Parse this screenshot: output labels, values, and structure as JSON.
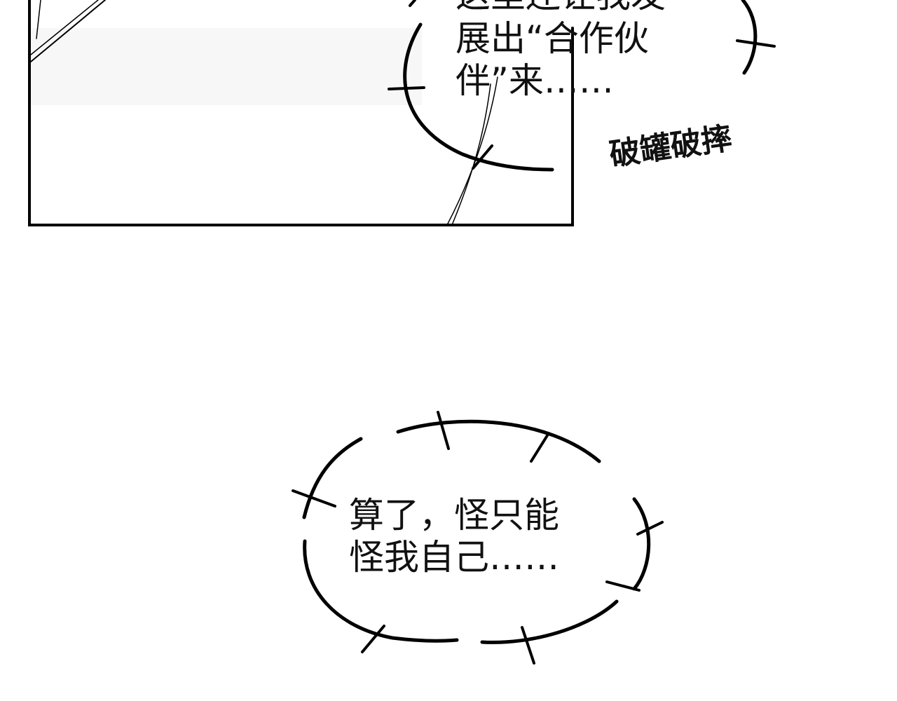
{
  "panel_top": {
    "bubble_text_lines": [
      "这里还让我发",
      "展出“合作伙",
      "伴”来……"
    ]
  },
  "sfx_text": "破罐破摔",
  "bubble_bottom": {
    "text_lines": [
      "算了，怪只能",
      "怪我自己……"
    ]
  }
}
